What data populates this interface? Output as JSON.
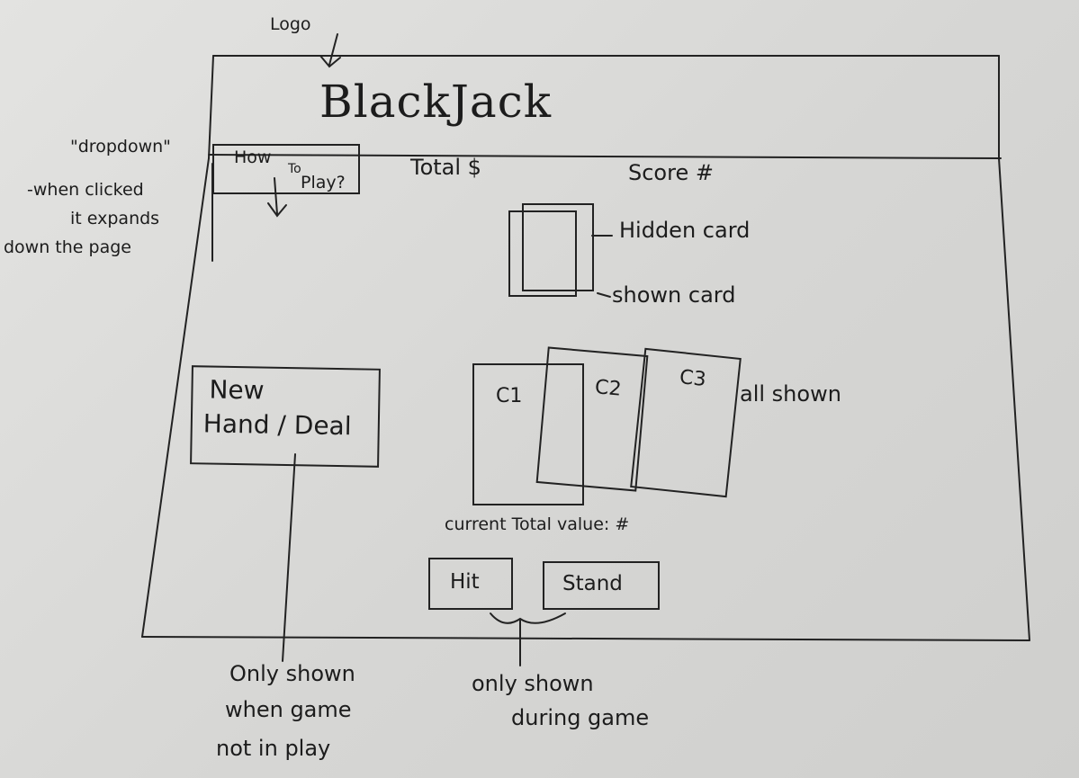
{
  "annotations": {
    "logo": "Logo",
    "dropdown": "\"dropdown\"",
    "dropdown_note_1": "-when clicked",
    "dropdown_note_2": "it expands",
    "dropdown_note_3": "down the page",
    "hidden_card": "Hidden card",
    "shown_card": "shown card",
    "all_shown": "all shown",
    "only_shown_not_in_play_1": "Only shown",
    "only_shown_not_in_play_2": "when game",
    "only_shown_not_in_play_3": "not in play",
    "only_shown_during_game_1": "only shown",
    "only_shown_during_game_2": "during game"
  },
  "header": {
    "title": "BlackJack"
  },
  "how_to_play": {
    "line1": "How",
    "line2": "To",
    "line3": "Play?"
  },
  "stats": {
    "total_label": "Total $",
    "score_label": "Score #"
  },
  "dealer": {
    "hidden_card": "",
    "shown_card": ""
  },
  "player": {
    "cards": [
      "C1",
      "C2",
      "C3"
    ],
    "total_label": "current Total value: #"
  },
  "buttons": {
    "new_hand_line1": "New",
    "new_hand_line2": "Hand / Deal",
    "hit": "Hit",
    "stand": "Stand"
  }
}
